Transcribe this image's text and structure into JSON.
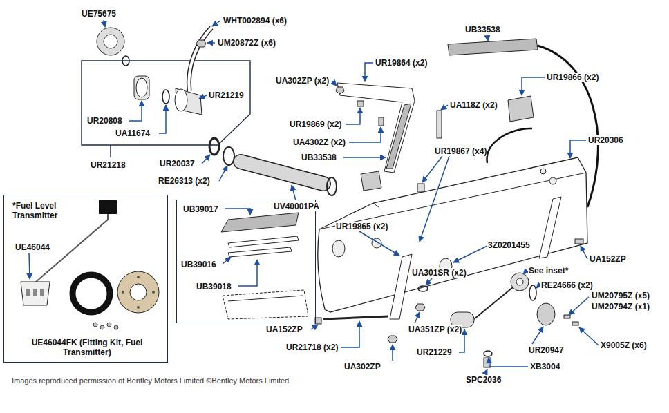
{
  "diagram": {
    "caption": "Images reproduced permission of Bentley Motors Limited ©Bentley Motors Limited",
    "nodes": [
      {
        "text": [
          "*Fuel Level Transmitter",
          "UE46044",
          "UE46044FK (Fitting Kit, Fuel Transmitter)"
        ]
      },
      {
        "text": [
          "UB39017",
          "UB39016",
          "UB39018"
        ]
      }
    ],
    "labels": [
      "UE75675",
      "WHT002894 (x6)",
      "UM20872Z (x6)",
      "UR21219",
      "UR20808",
      "UA11674",
      "UR21218",
      "UR20037",
      "RE26313 (x2)",
      "UV40001PA",
      "UB33538",
      "UR19864 (x2)",
      "UA302ZP (x2)",
      "UR19869 (x2)",
      "UA4302Z (x2)",
      "UB33538",
      "UA118Z (x2)",
      "UR19866 (x2)",
      "UR20306",
      "UR19867 (x4)",
      "UR19865 (x2)",
      "3Z0201455",
      "UA152ZP",
      "See inset*",
      "RE24666 (x2)",
      "UM20795Z (x5)",
      "UM20794Z (x1)",
      "UA301SR (x2)",
      "UA152ZP",
      "UR21718 (x2)",
      "UA351ZP (x2)",
      "UR20947",
      "X9005Z (x6)",
      "UR21229",
      "XB3004",
      "UA302ZP",
      "SPC2036"
    ]
  }
}
